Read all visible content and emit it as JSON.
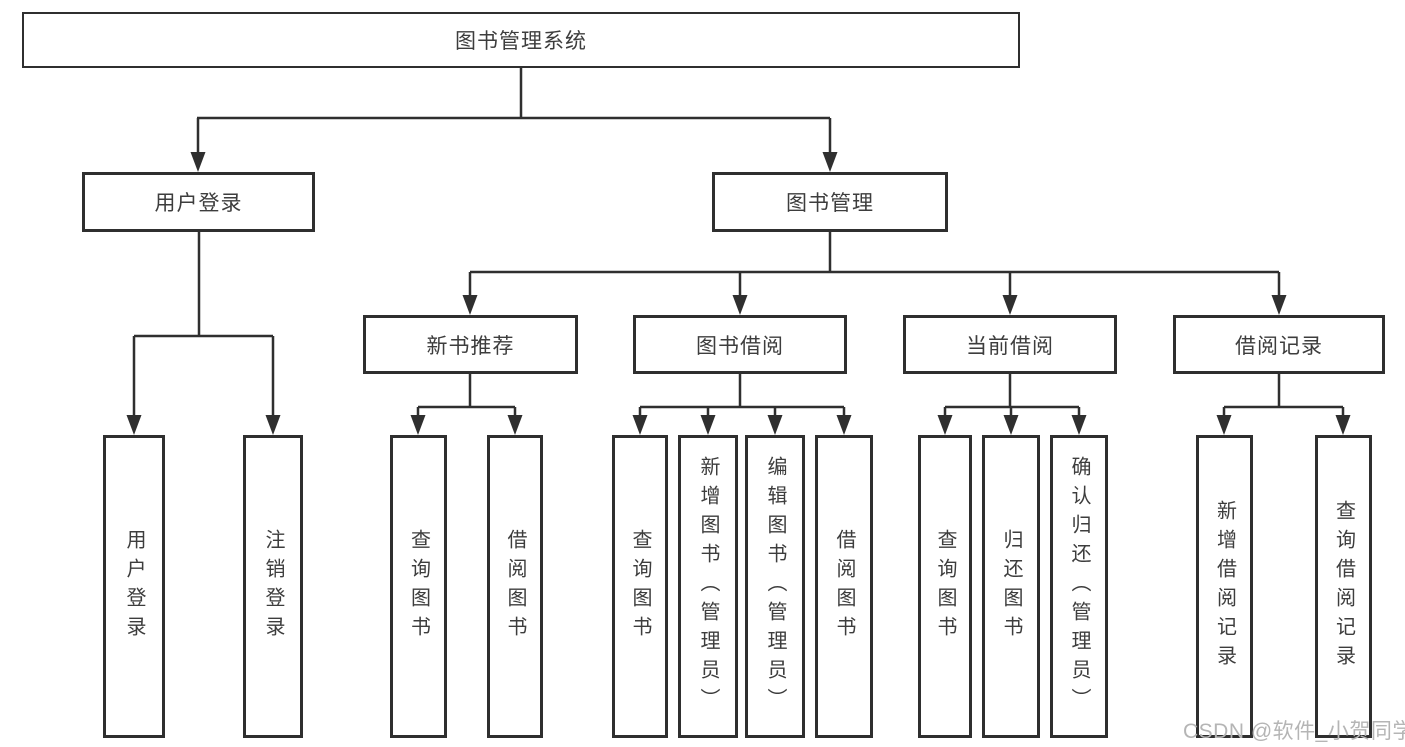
{
  "diagram": {
    "root": {
      "label": "图书管理系统"
    },
    "branches": [
      {
        "label": "用户登录",
        "children": [
          "用户登录",
          "注销登录"
        ]
      },
      {
        "label": "图书管理",
        "groups": [
          {
            "label": "新书推荐",
            "children": [
              "查询图书",
              "借阅图书"
            ]
          },
          {
            "label": "图书借阅",
            "children": [
              "查询图书",
              "新增图书（管理员）",
              "编辑图书（管理员）",
              "借阅图书"
            ]
          },
          {
            "label": "当前借阅",
            "children": [
              "查询图书",
              "归还图书",
              "确认归还（管理员）"
            ]
          },
          {
            "label": "借阅记录",
            "children": [
              "新增借阅记录",
              "查询借阅记录"
            ]
          }
        ]
      }
    ]
  },
  "watermark": {
    "text": "CSDN @软件_小贺同学"
  },
  "colors": {
    "line": "#2f2f2f",
    "border": "#2f2f2f",
    "text": "#3d3d3d",
    "background": "#ffffff",
    "watermark": "#b5b5b5"
  }
}
